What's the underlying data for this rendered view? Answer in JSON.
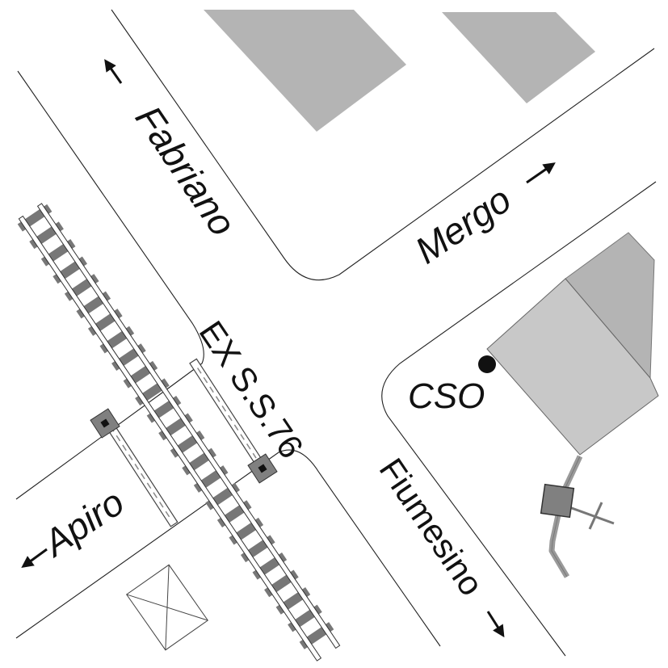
{
  "labels": {
    "fabriano": "Fabriano",
    "mergo": "Mergo",
    "road_name": "EX S.S.76",
    "cso": "CSO",
    "fiumesino": "Fiumesino",
    "apiro": "Apiro"
  },
  "icons": {
    "fabriano_arrow": "arrow-up-left-icon",
    "mergo_arrow": "arrow-up-right-icon",
    "fiumesino_arrow": "arrow-down-right-icon",
    "apiro_arrow": "arrow-down-left-icon",
    "cso_marker": "dot-marker-icon"
  },
  "colors": {
    "building_dark": "#b4b4b4",
    "building_light": "#c8c8c8",
    "rail_sleeper": "#777777",
    "signal_box": "#808080",
    "line": "#222222"
  }
}
